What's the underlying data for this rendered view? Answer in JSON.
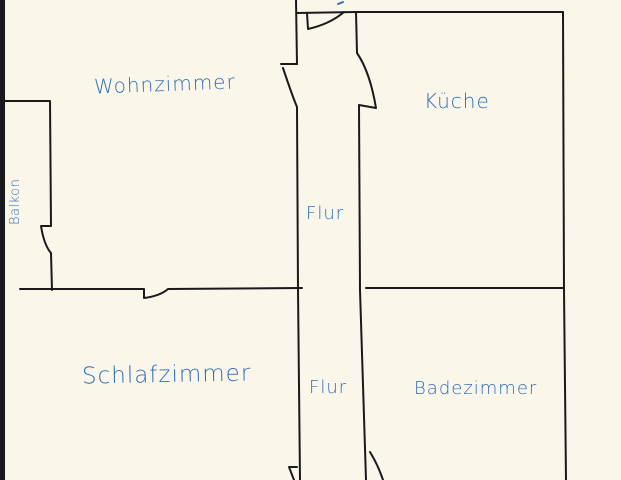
{
  "diagram": {
    "type": "hand-drawn floor plan",
    "colors": {
      "background": "#faf6ea",
      "wall_stroke": "#1a1a1a",
      "label_ink": "#2e6fb8",
      "left_edge": "#1a1a1e"
    },
    "rooms": [
      {
        "id": "wohnzimmer",
        "label": "Wohnzimmer"
      },
      {
        "id": "kueche",
        "label": "Küche"
      },
      {
        "id": "balkon",
        "label": "Balkon"
      },
      {
        "id": "flur_upper",
        "label": "Flur"
      },
      {
        "id": "flur_lower",
        "label": "Flur"
      },
      {
        "id": "schlafzimmer",
        "label": "Schlafzimmer"
      },
      {
        "id": "badezimmer",
        "label": "Badezimmer"
      }
    ]
  }
}
